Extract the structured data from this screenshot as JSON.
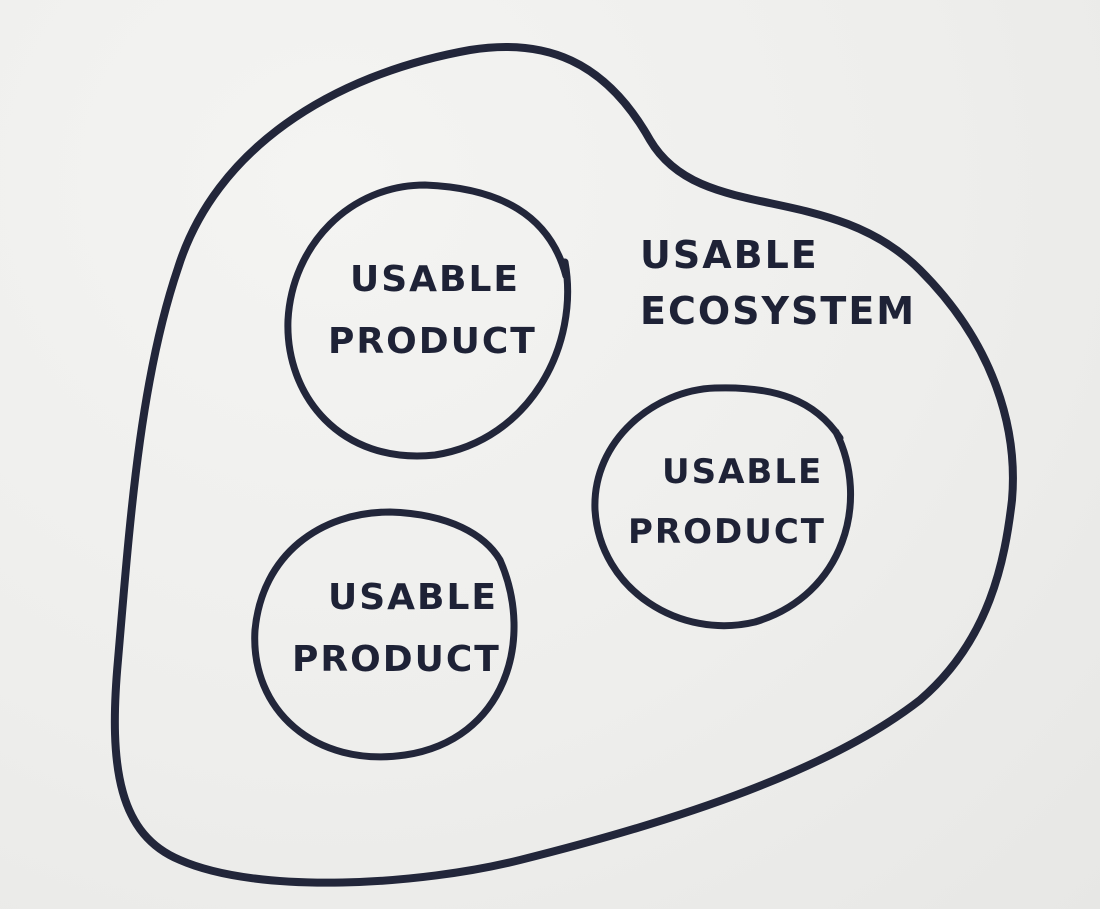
{
  "ecosystem": {
    "line1": "USABLE",
    "line2": "ECOSYSTEM"
  },
  "products": [
    {
      "line1": "USABLE",
      "line2": "PRODUCT"
    },
    {
      "line1": "USABLE",
      "line2": "PRODUCT"
    },
    {
      "line1": "USABLE",
      "line2": "PRODUCT"
    }
  ],
  "colors": {
    "ink": "#22263a",
    "paper": "#eeeeec"
  }
}
